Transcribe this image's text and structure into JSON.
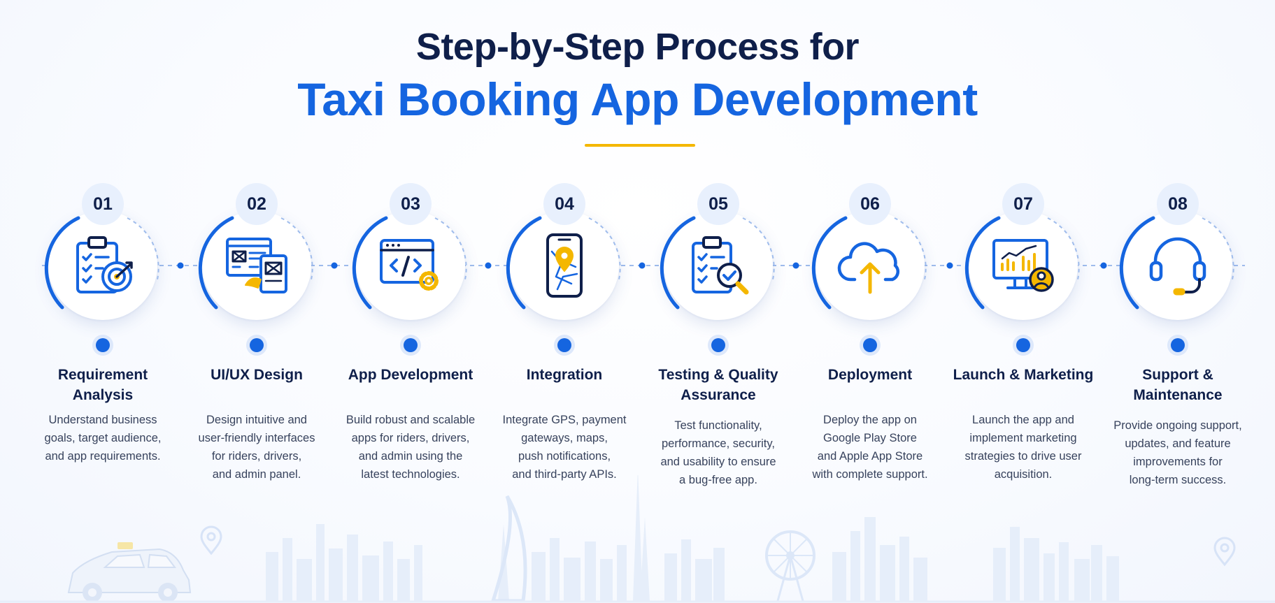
{
  "header": {
    "title_line1": "Step-by-Step Process for",
    "title_line2": "Taxi Booking App Development"
  },
  "colors": {
    "navy": "#0f1f4a",
    "primary_blue": "#1565e0",
    "accent_yellow": "#f4b700",
    "light_blue": "#e8f0fd"
  },
  "steps": [
    {
      "number": "01",
      "title": [
        "Requirement",
        "Analysis"
      ],
      "description": [
        "Understand business",
        "goals, target audience,",
        "and app requirements."
      ],
      "icon": "clipboard-target-icon"
    },
    {
      "number": "02",
      "title": [
        "UI/UX Design"
      ],
      "description": [
        "Design intuitive and",
        "user-friendly interfaces",
        "for riders, drivers,",
        "and admin panel."
      ],
      "icon": "wireframe-screens-icon"
    },
    {
      "number": "03",
      "title": [
        "App Development"
      ],
      "description": [
        "Build robust and scalable",
        "apps for riders, drivers,",
        "and admin using the",
        "latest technologies."
      ],
      "icon": "code-window-gear-icon"
    },
    {
      "number": "04",
      "title": [
        "Integration"
      ],
      "description": [
        "Integrate GPS, payment",
        "gateways, maps,",
        "push notifications,",
        "and third-party APIs."
      ],
      "icon": "phone-map-pin-icon"
    },
    {
      "number": "05",
      "title": [
        "Testing & Quality",
        "Assurance"
      ],
      "description": [
        "Test functionality,",
        "performance, security,",
        "and usability to ensure",
        "a bug-free app."
      ],
      "icon": "checklist-magnifier-icon"
    },
    {
      "number": "06",
      "title": [
        "Deployment"
      ],
      "description": [
        "Deploy the app on",
        "Google Play Store",
        "and Apple App Store",
        "with complete support."
      ],
      "icon": "cloud-upload-icon"
    },
    {
      "number": "07",
      "title": [
        "Launch & Marketing"
      ],
      "description": [
        "Launch the app and",
        "implement marketing",
        "strategies to drive user",
        "acquisition."
      ],
      "icon": "analytics-monitor-user-icon"
    },
    {
      "number": "08",
      "title": [
        "Support &",
        "Maintenance"
      ],
      "description": [
        "Provide ongoing support,",
        "updates, and feature",
        "improvements for",
        "long-term success."
      ],
      "icon": "headset-icon"
    }
  ]
}
